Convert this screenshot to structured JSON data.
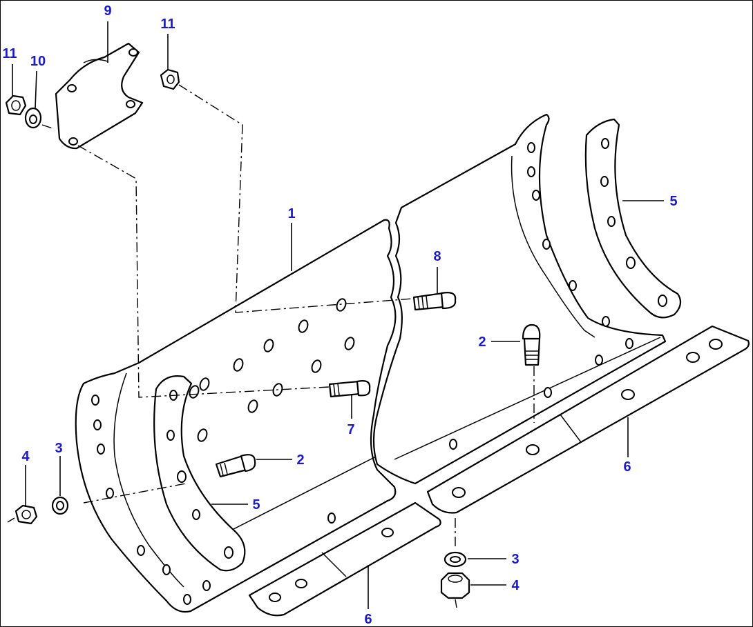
{
  "colors": {
    "callout": "#1a1acc",
    "line": "#000000",
    "background": "#ffffff"
  },
  "callouts": [
    {
      "id": "c-9",
      "label": "9"
    },
    {
      "id": "c-11a",
      "label": "11"
    },
    {
      "id": "c-11b",
      "label": "11"
    },
    {
      "id": "c-10",
      "label": "10"
    },
    {
      "id": "c-1",
      "label": "1"
    },
    {
      "id": "c-5a",
      "label": "5"
    },
    {
      "id": "c-8",
      "label": "8"
    },
    {
      "id": "c-2a",
      "label": "2"
    },
    {
      "id": "c-7",
      "label": "7"
    },
    {
      "id": "c-2b",
      "label": "2"
    },
    {
      "id": "c-4a",
      "label": "4"
    },
    {
      "id": "c-3a",
      "label": "3"
    },
    {
      "id": "c-5b",
      "label": "5"
    },
    {
      "id": "c-6a",
      "label": "6"
    },
    {
      "id": "c-3b",
      "label": "3"
    },
    {
      "id": "c-4b",
      "label": "4"
    },
    {
      "id": "c-6b",
      "label": "6"
    }
  ]
}
